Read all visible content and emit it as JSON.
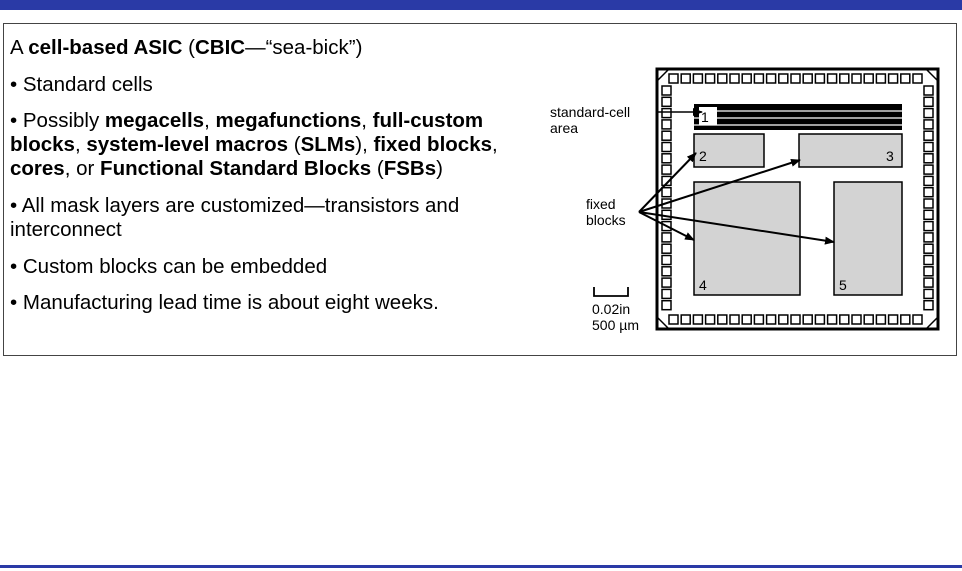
{
  "bullets": [
    [
      {
        "t": "A ",
        "b": false
      },
      {
        "t": "cell-based ASIC",
        "b": true
      },
      {
        "t": " (",
        "b": false
      },
      {
        "t": "CBIC",
        "b": true
      },
      {
        "t": "—“sea-bick”)",
        "b": false
      }
    ],
    [
      {
        "t": "• Standard cells",
        "b": false
      }
    ],
    [
      {
        "t": "• Possibly ",
        "b": false
      },
      {
        "t": "megacells",
        "b": true
      },
      {
        "t": ", ",
        "b": false
      },
      {
        "t": "megafunctions",
        "b": true
      },
      {
        "t": ", ",
        "b": false
      },
      {
        "t": "full-custom blocks",
        "b": true
      },
      {
        "t": ", ",
        "b": false
      },
      {
        "t": "system-level macros",
        "b": true
      },
      {
        "t": " (",
        "b": false
      },
      {
        "t": "SLMs",
        "b": true
      },
      {
        "t": "), ",
        "b": false
      },
      {
        "t": "fixed blocks",
        "b": true
      },
      {
        "t": ", ",
        "b": false
      },
      {
        "t": "cores",
        "b": true
      },
      {
        "t": ", or ",
        "b": false
      },
      {
        "t": "Functional Standard Blocks",
        "b": true
      },
      {
        "t": " (",
        "b": false
      },
      {
        "t": "FSBs",
        "b": true
      },
      {
        "t": ")",
        "b": false
      }
    ],
    [
      {
        "t": "• All mask layers are customized—transistors and interconnect",
        "b": false
      }
    ],
    [
      {
        "t": "• Custom blocks can be embedded",
        "b": false
      }
    ],
    [
      {
        "t": "• Manufacturing lead time is about eight weeks.",
        "b": false
      }
    ]
  ],
  "diagram": {
    "standard_cell_label_line1": "standard-cell",
    "standard_cell_label_line2": "area",
    "fixed_blocks_label_line1": "fixed",
    "fixed_blocks_label_line2": "blocks",
    "block_labels": [
      "1",
      "2",
      "3",
      "4",
      "5"
    ],
    "scale_label_line1": "0.02in",
    "scale_label_line2": "500 µm",
    "block_fill": "#d3d3d3"
  }
}
